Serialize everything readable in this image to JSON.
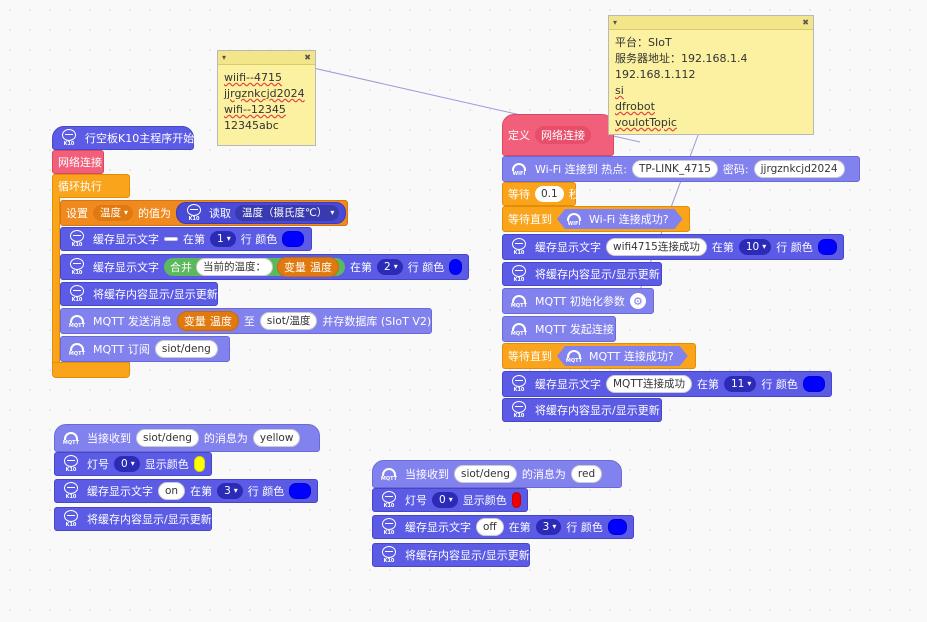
{
  "colors": {
    "k10_block": "#5b5be6",
    "mqtt_block": "#8282ee",
    "control_block": "#f9a41b",
    "variable_block": "#f08a1f",
    "function_block": "#f25f7a",
    "note_bg": "#fbf1a0",
    "swatch_blue": "#0000ff",
    "swatch_yellow": "#ffff00",
    "swatch_red": "#ff0000"
  },
  "icons": {
    "k10": "k10-board-icon",
    "wifi": "wifi-icon",
    "gear": "gear-icon"
  },
  "icon_labels": {
    "k10": "K10",
    "mqtt": "MQTT",
    "wifi": "WIFI"
  },
  "note_controls": {
    "toggle": "▾",
    "close": "✖"
  },
  "note_left": {
    "lines": [
      "wiifi--4715",
      "jjrgznkcjd2024",
      "wifi--12345",
      "12345abc"
    ]
  },
  "note_right": {
    "lines": [
      "平台：SIoT",
      "服务器地址：192.168.1.4",
      "192.168.1.112",
      "si",
      "dfrobot",
      "voulotTopic"
    ]
  },
  "main": {
    "start_label": "行空板K10主程序开始",
    "call_wifi": "网络连接",
    "loop_label": "循环执行",
    "set_label": "设置",
    "set_var": "温度",
    "set_value_of": "的值为",
    "read_label": "读取",
    "read_param": "温度（摄氏度℃）",
    "cache1_label": "缓存显示文字",
    "cache1_text": " ",
    "cache1_at": "在第",
    "cache1_line": "1",
    "cache1_row": "行 颜色",
    "cache2_label": "缓存显示文字",
    "cache2_join": "合并",
    "cache2_text": "当前的温度：",
    "cache2_var_label": "变量",
    "cache2_var": "温度",
    "cache2_at": "在第",
    "cache2_line": "2",
    "cache2_row": "行 颜色",
    "refresh_label": "将缓存内容显示/显示更新",
    "pub_label": "MQTT 发送消息",
    "pub_var_label": "变量",
    "pub_var": "温度",
    "pub_to": "至",
    "pub_topic": "siot/温度",
    "pub_suffix": "并存数据库 (SIoT V2)",
    "sub_label": "MQTT 订阅",
    "sub_topic": "siot/deng"
  },
  "yellow_handler": {
    "hat_label": "当接收到",
    "topic": "siot/deng",
    "msg_label": "的消息为",
    "msg": "yellow",
    "led_label": "灯号",
    "led_num": "0",
    "led_color_label": "显示颜色",
    "cache_label": "缓存显示文字",
    "cache_text": "on",
    "cache_at": "在第",
    "cache_line": "3",
    "cache_row": "行 颜色",
    "refresh_label": "将缓存内容显示/显示更新"
  },
  "red_handler": {
    "hat_label": "当接收到",
    "topic": "siot/deng",
    "msg_label": "的消息为",
    "msg": "red",
    "led_label": "灯号",
    "led_num": "0",
    "led_color_label": "显示颜色",
    "cache_label": "缓存显示文字",
    "cache_text": "off",
    "cache_at": "在第",
    "cache_line": "3",
    "cache_row": "行 颜色",
    "refresh_label": "将缓存内容显示/显示更新"
  },
  "wifi_func": {
    "def_label": "定义",
    "def_name": "网络连接",
    "connect_label": "Wi-Fi 连接到 热点:",
    "ssid": "TP-LINK_4715",
    "pwd_label": "密码:",
    "pwd": "jjrgznkcjd2024",
    "wait_label": "等待",
    "wait_value": "0.1",
    "wait_unit": "秒",
    "wait_until_label": "等待直到",
    "wifi_ok_label": "Wi-Fi 连接成功?",
    "cache1_label": "缓存显示文字",
    "cache1_text": "wifi4715连接成功",
    "cache1_at": "在第",
    "cache1_line": "10",
    "cache1_row": "行 颜色",
    "refresh1_label": "将缓存内容显示/显示更新",
    "mqtt_init_label": "MQTT 初始化参数",
    "mqtt_connect_label": "MQTT 发起连接",
    "wait_until2_label": "等待直到",
    "mqtt_ok_label": "MQTT 连接成功?",
    "cache2_label": "缓存显示文字",
    "cache2_text": "MQTT连接成功",
    "cache2_at": "在第",
    "cache2_line": "11",
    "cache2_row": "行 颜色",
    "refresh2_label": "将缓存内容显示/显示更新"
  }
}
